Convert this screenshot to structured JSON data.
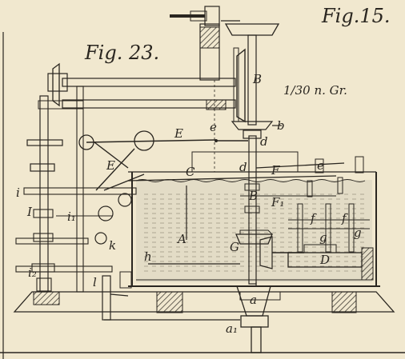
{
  "figures": {
    "fig15": "Fig.15.",
    "fig23": "Fig. 23.",
    "scale": "1/30 n. Gr."
  },
  "labels": {
    "B_top": "B",
    "b": "b",
    "d_top": "d",
    "d_mid": "d",
    "e_top": "e",
    "E_top": "E",
    "E_low": "E",
    "C": "C",
    "F": "F",
    "F1": "F₁",
    "e_right": "e",
    "B_mid": "B",
    "i": "i",
    "I": "I",
    "i1": "i₁",
    "i2": "i₂",
    "k": "k",
    "A": "A",
    "G": "G",
    "h": "h",
    "f": "f",
    "f1": "f",
    "g": "g",
    "g1": "g",
    "D": "D",
    "l": "l",
    "a": "a",
    "a1": "a₁"
  }
}
